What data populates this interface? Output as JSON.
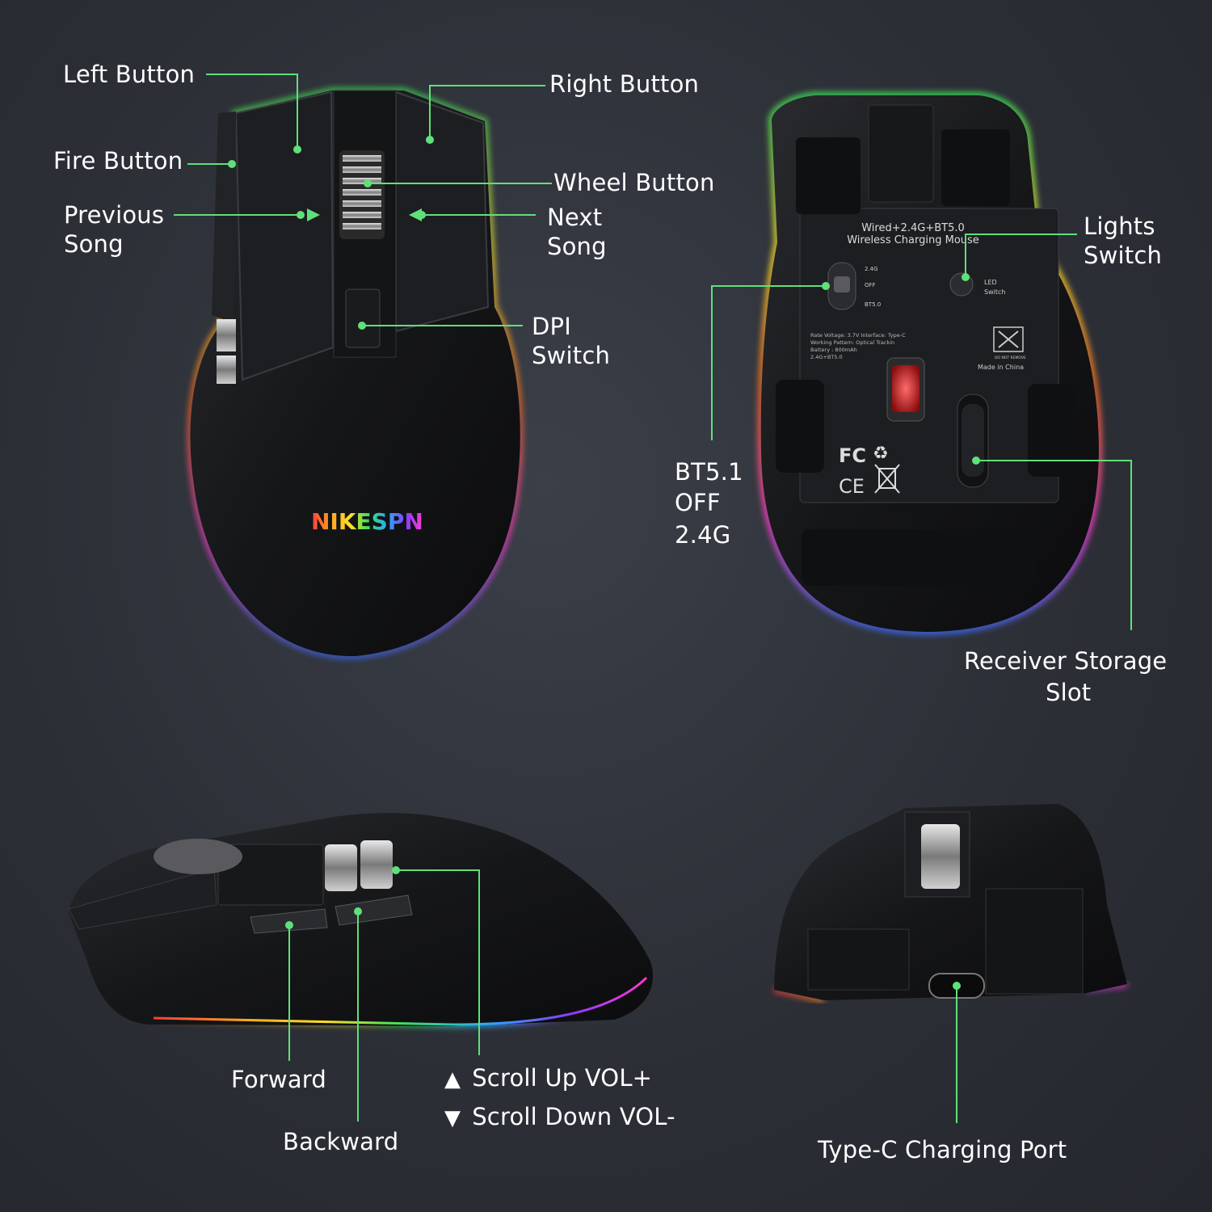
{
  "colors": {
    "background": "#2c2f36",
    "callout_line": "#5fe07a",
    "rgb_strip": [
      "#ff3b3b",
      "#ffb020",
      "#ffe02a",
      "#3ce35a",
      "#2aa8ff",
      "#8a3bff",
      "#ff3bd0"
    ]
  },
  "top_view": {
    "brand_logo": "NIKESPN",
    "labels": {
      "left_button": "Left Button",
      "fire_button": "Fire Button",
      "previous_song_1": "Previous",
      "previous_song_2": "Song",
      "right_button": "Right Button",
      "wheel_button": "Wheel Button",
      "next_song_1": "Next",
      "next_song_2": "Song",
      "dpi_switch_1": "DPI",
      "dpi_switch_2": "Switch"
    }
  },
  "bottom_view": {
    "plate_text_1": "Wired+2.4G+BT5.0",
    "plate_text_2": "Wireless Charging Mouse",
    "switch_positions": [
      "2.4G",
      "OFF",
      "BT5.0"
    ],
    "led_label_1": "LED",
    "led_label_2": "Switch",
    "specs": [
      "Rate Voltage: 3.7V   Interface: Type-C",
      "Working Pattern: Optical Trackin",
      "Battery : 800mAh",
      "2.4G+BT5.0"
    ],
    "made_in": "Made in China",
    "do_not_remove": "DO NOT REMOVE",
    "labels": {
      "mode_1": "BT5.1",
      "mode_2": "OFF",
      "mode_3": "2.4G",
      "lights_switch_1": "Lights",
      "lights_switch_2": "Switch",
      "receiver_1": "Receiver Storage",
      "receiver_2": "Slot"
    }
  },
  "side_view": {
    "labels": {
      "forward": "Forward",
      "backward": "Backward",
      "scroll_up": "Scroll Up VOL+",
      "scroll_down": "Scroll Down VOL-"
    },
    "icons": {
      "scroll_up": "triangle-up-icon",
      "scroll_down": "triangle-down-icon"
    }
  },
  "rear_view": {
    "labels": {
      "type_c_port": "Type-C Charging Port"
    }
  }
}
